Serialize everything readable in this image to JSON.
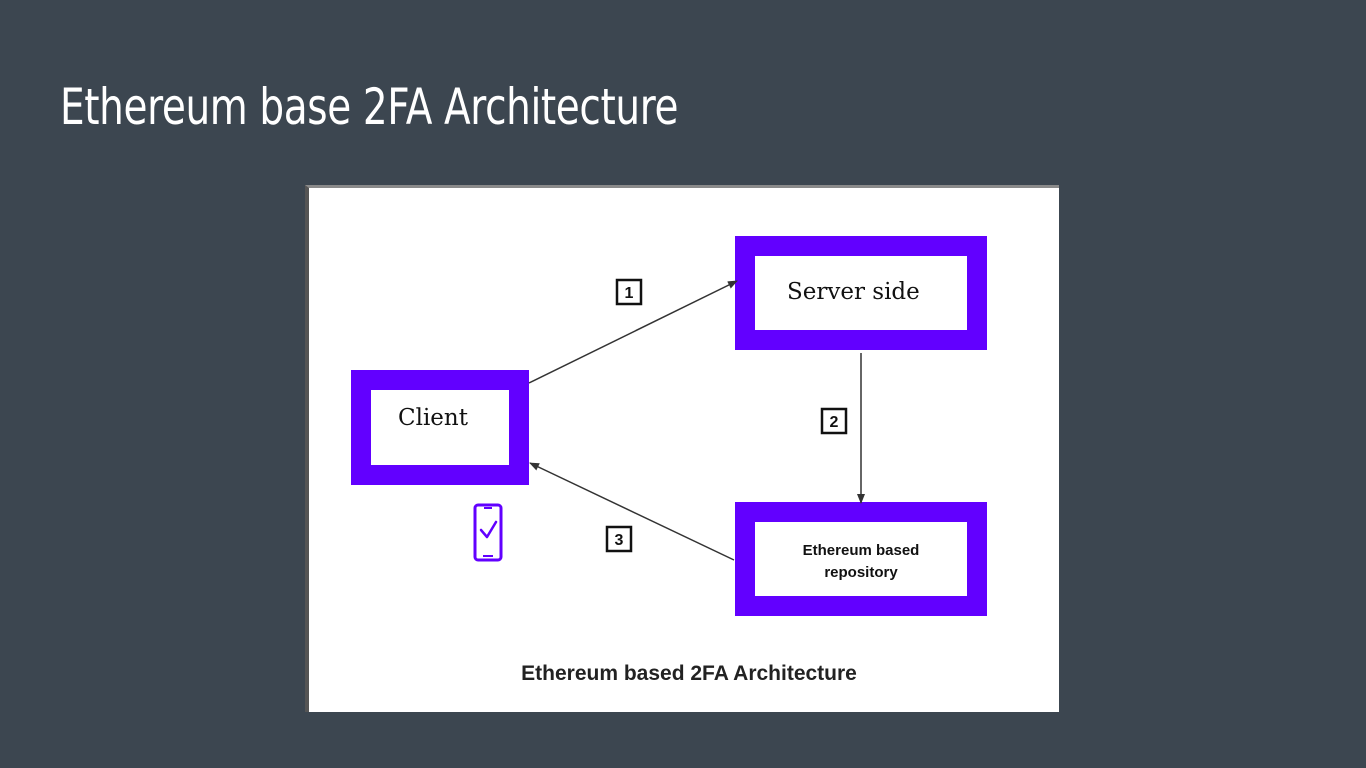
{
  "slide": {
    "title": "Ethereum base 2FA Architecture"
  },
  "diagram": {
    "nodes": {
      "client": "Client",
      "server": "Server side",
      "repository_line1": "Ethereum based",
      "repository_line2": "repository"
    },
    "steps": {
      "step1": "1",
      "step2": "2",
      "step3": "3"
    },
    "caption": "Ethereum based 2FA Architecture",
    "icons": {
      "device": "smartphone-check-icon"
    },
    "colors": {
      "node_border": "#6200ff",
      "background": "#3c4650",
      "arrow": "#333333"
    }
  }
}
